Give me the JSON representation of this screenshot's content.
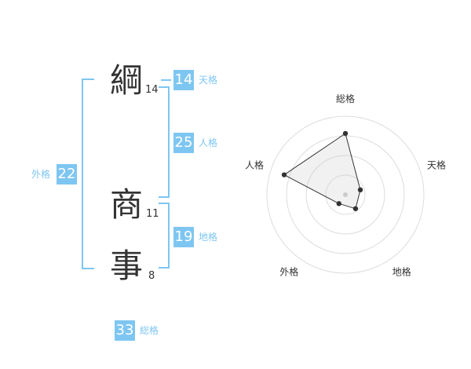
{
  "name_chars": [
    {
      "char": "綱",
      "strokes": "14"
    },
    {
      "char": "商",
      "strokes": "11"
    },
    {
      "char": "事",
      "strokes": "8"
    }
  ],
  "kakaku": {
    "tenkaku": {
      "value": "14",
      "label": "天格"
    },
    "jinkaku": {
      "value": "25",
      "label": "人格"
    },
    "chikaku": {
      "value": "19",
      "label": "地格"
    },
    "gaikaku": {
      "value": "22",
      "label": "外格"
    },
    "soukaku": {
      "value": "33",
      "label": "総格"
    }
  },
  "colors": {
    "accent": "#7ec6f2",
    "text": "#333333"
  },
  "chart_data": {
    "type": "radar",
    "axes": [
      "総格",
      "天格",
      "地格",
      "外格",
      "人格"
    ],
    "values": [
      0.78,
      0.2,
      0.22,
      0.14,
      0.82
    ],
    "range": [
      0,
      1
    ],
    "rings": 4
  }
}
